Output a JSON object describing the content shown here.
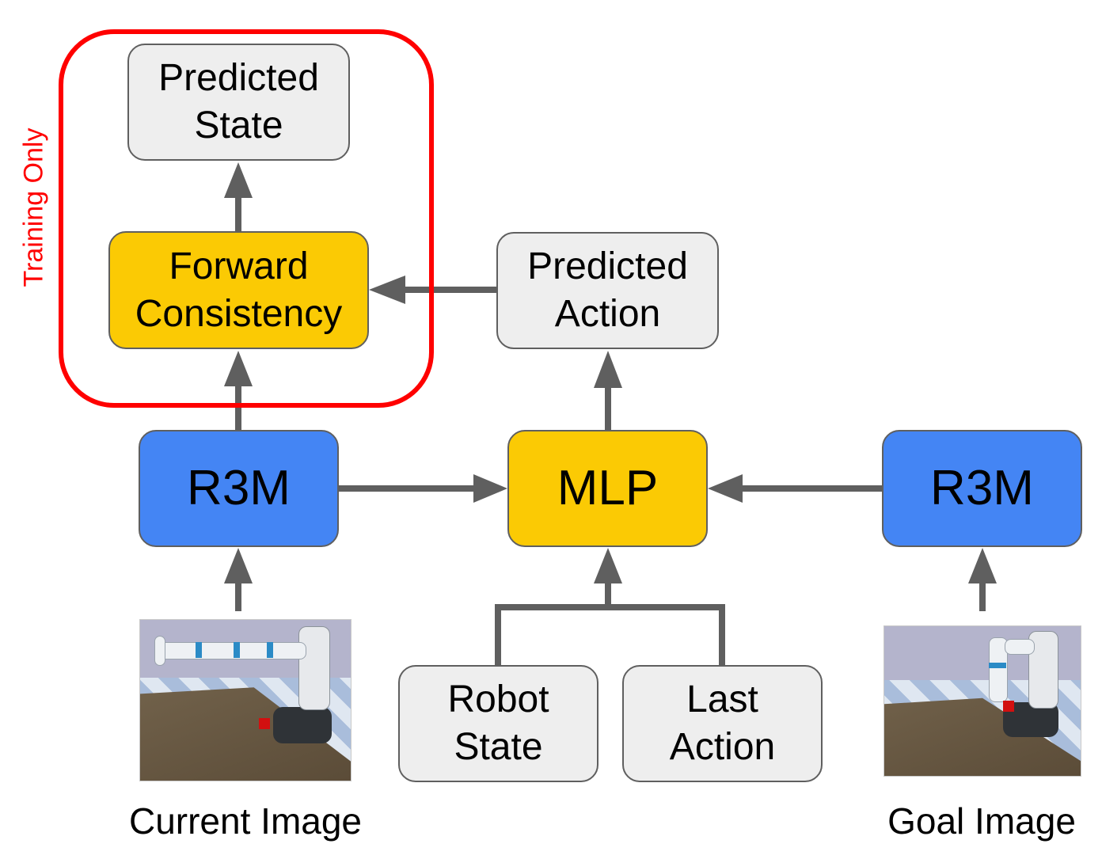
{
  "training_label": "Training Only",
  "nodes": {
    "predicted_state": [
      "Predicted",
      "State"
    ],
    "forward_consistency": [
      "Forward",
      "Consistency"
    ],
    "predicted_action": [
      "Predicted",
      "Action"
    ],
    "r3m_left": "R3M",
    "mlp": "MLP",
    "r3m_right": "R3M",
    "robot_state": [
      "Robot",
      "State"
    ],
    "last_action": [
      "Last",
      "Action"
    ]
  },
  "captions": {
    "current_image": "Current Image",
    "goal_image": "Goal Image"
  },
  "colors": {
    "gray_box": "#eeeeee",
    "yellow_box": "#fbca04",
    "blue_box": "#4485f4",
    "arrow": "#5f5f5f",
    "training_frame": "#ff0000"
  }
}
